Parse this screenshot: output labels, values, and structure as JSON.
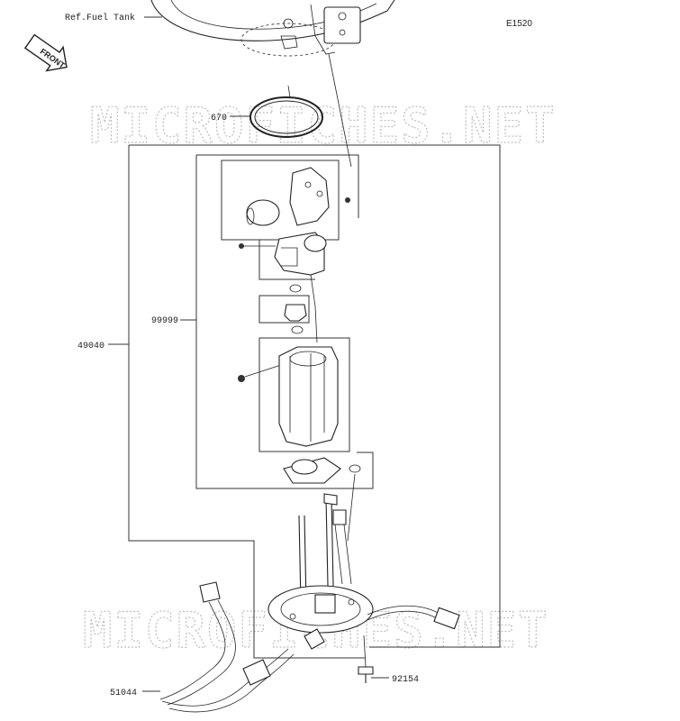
{
  "diagram_code": "E1520",
  "front_label": "FRONT",
  "reference": "Ref.Fuel Tank",
  "watermark": "MICROFICHES.NET",
  "parts": {
    "p670": "670",
    "p99999": "99999",
    "p49040": "49040",
    "p51044": "51044",
    "p92154": "92154"
  }
}
